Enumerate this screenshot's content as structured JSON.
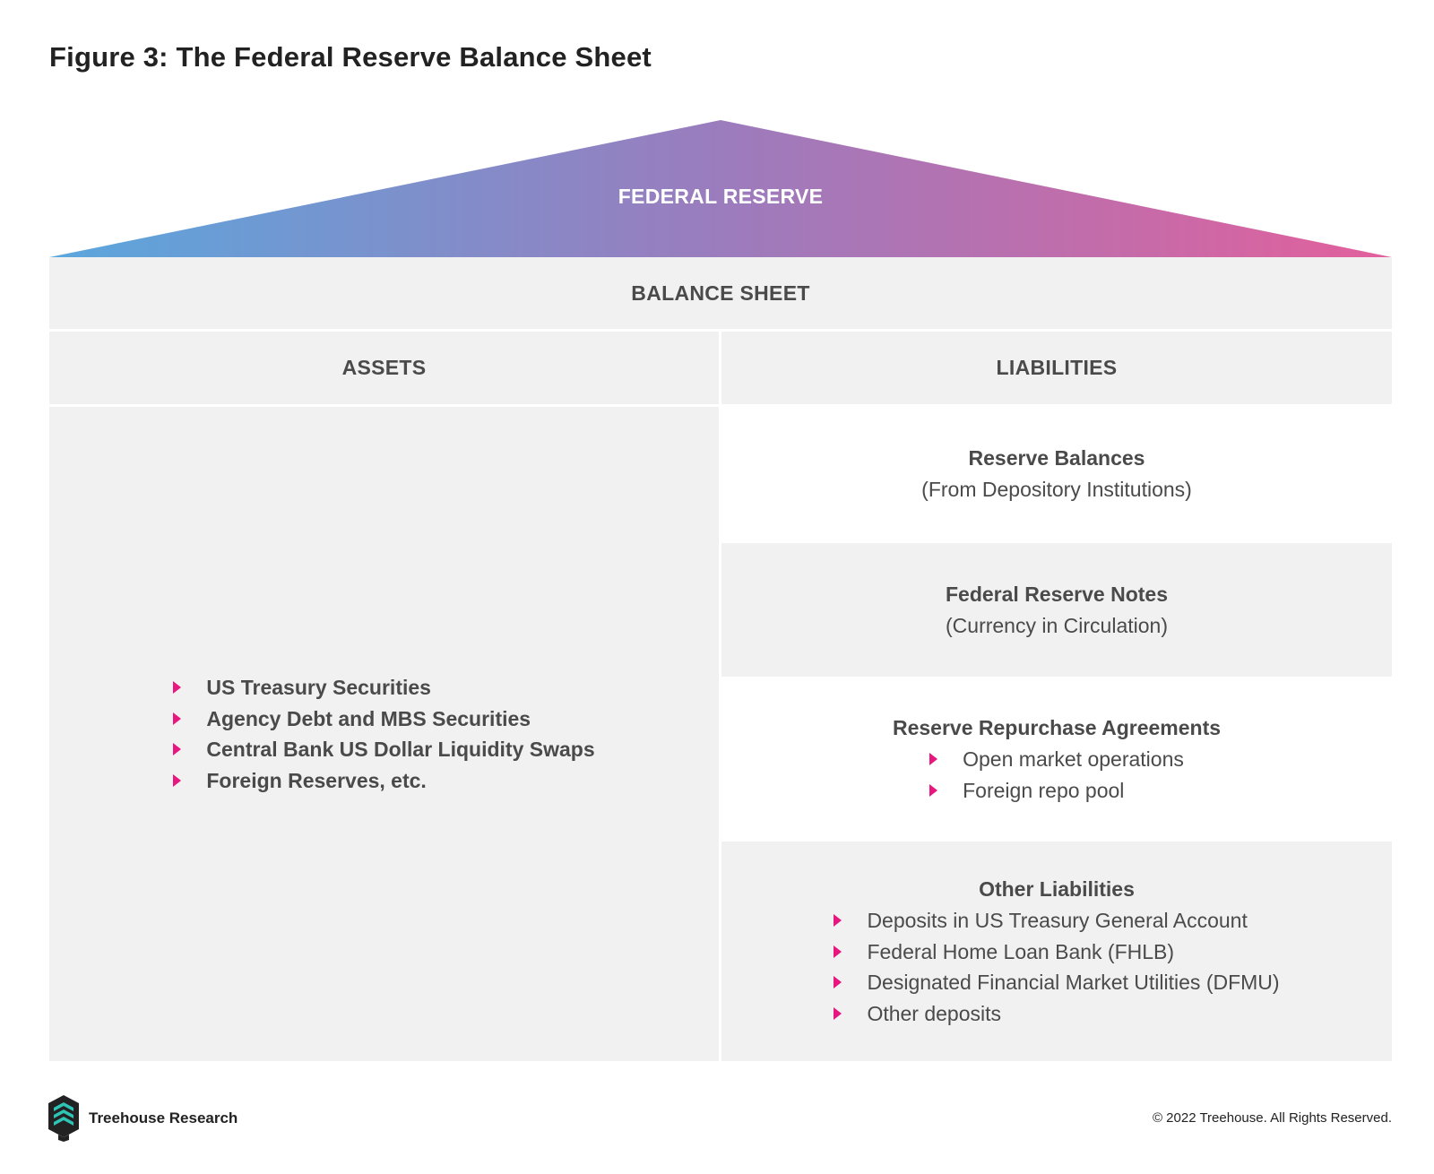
{
  "title": "Figure 3: The Federal Reserve Balance Sheet",
  "roof": {
    "label": "FEDERAL RESERVE",
    "gradient_start": "#5aa7dd",
    "gradient_mid": "#9b7cbd",
    "gradient_end": "#e2609c"
  },
  "balance_sheet_label": "BALANCE SHEET",
  "assets": {
    "header": "ASSETS",
    "items": [
      "US Treasury Securities",
      "Agency Debt and MBS Securities",
      "Central Bank US Dollar Liquidity Swaps",
      "Foreign Reserves, etc."
    ]
  },
  "liabilities": {
    "header": "LIABILITIES",
    "reserve_balances": {
      "title": "Reserve Balances",
      "subtitle": "(From Depository Institutions)"
    },
    "federal_reserve_notes": {
      "title": "Federal Reserve Notes",
      "subtitle": "(Currency in Circulation)"
    },
    "reverse_repo": {
      "title": "Reserve Repurchase Agreements",
      "items": [
        "Open market operations",
        "Foreign repo pool"
      ]
    },
    "other": {
      "title": "Other Liabilities",
      "items": [
        "Deposits in US Treasury General Account",
        "Federal Home Loan Bank (FHLB)",
        "Designated Financial Market Utilities (DFMU)",
        "Other deposits"
      ]
    }
  },
  "bullet_color": "#e8177f",
  "footer": {
    "brand": "Treehouse Research",
    "copyright": "© 2022 Treehouse. All Rights Reserved.",
    "logo_icon": "treehouse-logo-icon"
  }
}
